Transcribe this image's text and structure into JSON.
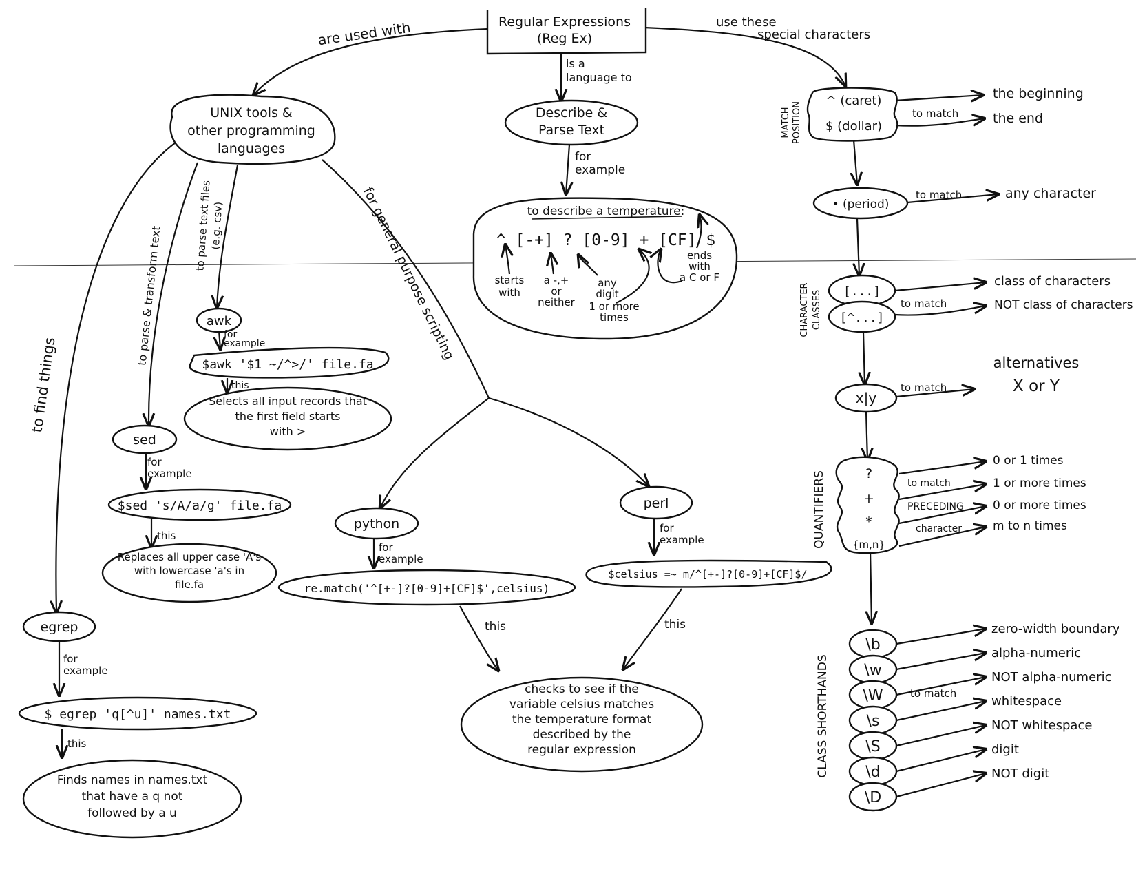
{
  "title": {
    "line1": "Regular Expressions",
    "line2": "(Reg Ex)"
  },
  "nodes": {
    "unix": [
      "UNIX tools &",
      "other programming",
      "languages"
    ],
    "describe": [
      "Describe &",
      "Parse Text"
    ],
    "temperature_heading": "to describe a temperature:",
    "temperature_regex": "^ [-+] ? [0-9] + [CF] $",
    "awk": "awk",
    "awk_cmd": "$awk '$1 ~/^>/' file.fa",
    "awk_desc": [
      "Selects all input records that",
      "the first field starts",
      "with >"
    ],
    "sed": "sed",
    "sed_cmd": "$sed 's/A/a/g' file.fa",
    "sed_desc": [
      "Replaces all upper case 'A's",
      "with lowercase 'a's in",
      "file.fa"
    ],
    "egrep": "egrep",
    "egrep_cmd": "$ egrep 'q[^u]' names.txt",
    "egrep_desc": [
      "Finds names in names.txt",
      "that have a q not",
      "followed by a u"
    ],
    "python": "python",
    "python_cmd": "re.match('^[+-]?[0-9]+[CF]$',celsius)",
    "perl": "perl",
    "perl_cmd": "$celsius =~ m/^[+-]?[0-9]+[CF]$/",
    "checks": [
      "checks to see if the",
      "variable celsius matches",
      "the temperature format",
      "described by the",
      "regular expression"
    ]
  },
  "edges": {
    "are_used_with": "are used with",
    "use_these": [
      "use these",
      "special characters"
    ],
    "language_to": [
      "is a",
      "language to"
    ],
    "for_example": [
      "for",
      "example"
    ],
    "this": "this",
    "to_find_things": "to find things",
    "parse_transform": "to parse & transform text",
    "parse_text_files": [
      "to parse text files",
      "(e.g. csv)"
    ],
    "general_scripting": "for general purpose scripting",
    "to_match": "to match"
  },
  "annotations": {
    "starts_with": [
      "starts",
      "with"
    ],
    "sign": [
      "a -,+",
      "or",
      "neither"
    ],
    "digit": [
      "any",
      "digit",
      "1 or more",
      "times"
    ],
    "ends": [
      "ends",
      "with",
      "a C or F"
    ]
  },
  "special_chars": {
    "match_position": {
      "group": [
        "MATCH",
        "POSITION"
      ],
      "items": [
        "^ (caret)",
        "$ (dollar)"
      ],
      "meanings": [
        "the beginning",
        "the end"
      ]
    },
    "period": {
      "item": "• (period)",
      "meaning": "any character"
    },
    "character_classes": {
      "group": [
        "CHARACTER",
        "CLASSES"
      ],
      "items": [
        "[...]",
        "[^...]"
      ],
      "meanings": [
        "class of characters",
        "NOT class of characters"
      ]
    },
    "alternatives": {
      "item": "x|y",
      "meaning": [
        "alternatives",
        "X or Y"
      ]
    },
    "quantifiers": {
      "group": "QUANTIFIERS",
      "items": [
        "?",
        "+",
        "*",
        "{m,n}"
      ],
      "connector": [
        "to match",
        "PRECEDING",
        "character"
      ],
      "meanings": [
        "0 or 1 times",
        "1 or more times",
        "0 or more times",
        "m to n times"
      ]
    },
    "shorthands": {
      "group": "CLASS SHORTHANDS",
      "items": [
        "\\b",
        "\\w",
        "\\W",
        "\\s",
        "\\S",
        "\\d",
        "\\D"
      ],
      "meanings": [
        "zero-width boundary",
        "alpha-numeric",
        "NOT alpha-numeric",
        "whitespace",
        "NOT whitespace",
        "digit",
        "NOT digit"
      ]
    }
  }
}
